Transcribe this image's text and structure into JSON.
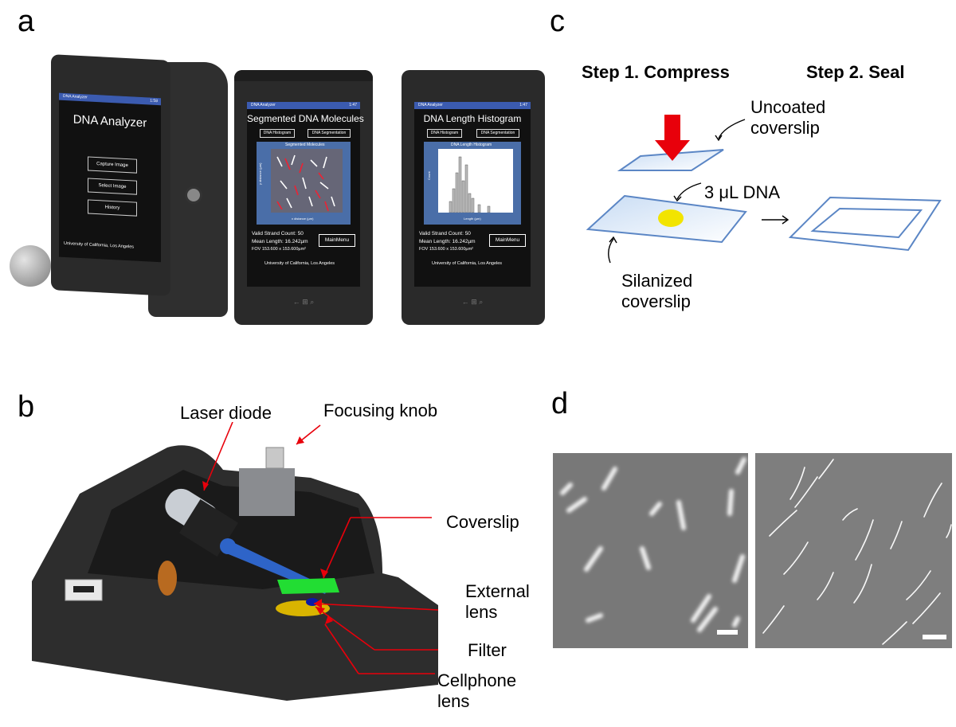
{
  "panels": {
    "a": "a",
    "b": "b",
    "c": "c",
    "d": "d"
  },
  "phones": {
    "phone1": {
      "app_name": "DNA Analyzer",
      "time": "1:58",
      "title": "DNA Analyzer",
      "buttons": [
        "Capture Image",
        "Select Image",
        "History"
      ],
      "footer": "University of California, Los Angeles"
    },
    "phone2": {
      "app_name": "DNA Analyzer",
      "time": "1:47",
      "title": "Segmented DNA Molecules",
      "btn_left": "DNA Histogram",
      "btn_right": "DNA Segmentation",
      "plot_title": "Segmented Molecules",
      "plot_xlabel": "x distance (µm)",
      "plot_ylabel": "y distance (µm)",
      "count": "Valid Strand Count: 50",
      "mean": "Mean Length: 16.242µm",
      "fov": "FOV 153.600 x 153.600µm²",
      "main_menu": "MainMenu",
      "footer": "University of California, Los Angeles"
    },
    "phone3": {
      "app_name": "DNA Analyzer",
      "time": "1:47",
      "title": "DNA Length Histogram",
      "btn_left": "DNA Histogram",
      "btn_right": "DNA Segmentation",
      "plot_title": "DNA Length Histogram",
      "plot_xlabel": "Length (µm)",
      "plot_ylabel": "Count",
      "count": "Valid Strand Count: 50",
      "mean": "Mean Length: 16.242µm",
      "fov": "FOV 153.600 x 153.600µm²",
      "main_menu": "MainMenu",
      "footer": "University of California, Los Angeles"
    }
  },
  "device_labels": {
    "laser_diode": "Laser diode",
    "focusing_knob": "Focusing knob",
    "coverslip": "Coverslip",
    "external_lens": "External\nlens",
    "filter": "Filter",
    "cellphone_lens": "Cellphone\nlens"
  },
  "steps": {
    "step1": "Step 1. Compress",
    "step2": "Step 2. Seal",
    "uncoated": "Uncoated\ncoverslip",
    "dna": "3 μL DNA",
    "silanized": "Silanized\ncoverslip"
  },
  "colors": {
    "arrow_red": "#e8000b",
    "coverslip_blue": "#5b86c5",
    "dna_yellow": "#f2e400",
    "laser_blue": "#2e64c8",
    "coverslip_green": "#22dd33"
  }
}
